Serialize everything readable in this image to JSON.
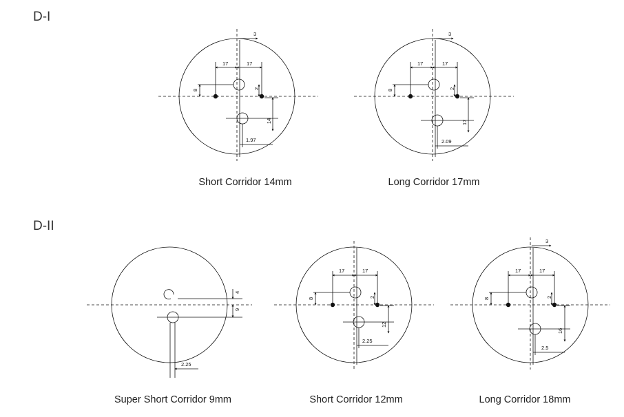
{
  "sections": [
    {
      "label": "D-I"
    },
    {
      "label": "D-II"
    }
  ],
  "diagrams": [
    {
      "caption": "Short Corridor 14mm",
      "dims": {
        "top": "3",
        "left": "17",
        "right": "17",
        "v1": "8",
        "v2": "2",
        "vlow": "14",
        "bottom": "1.97"
      }
    },
    {
      "caption": "Long Corridor 17mm",
      "dims": {
        "top": "3",
        "left": "17",
        "right": "17",
        "v1": "8",
        "v2": "2",
        "vlow": "17",
        "bottom": "2.09"
      }
    },
    {
      "caption": "Super Short Corridor 9mm",
      "dims": {
        "upper": "4",
        "lower": "9",
        "bottom": "2.25"
      }
    },
    {
      "caption": "Short Corridor 12mm",
      "dims": {
        "left": "17",
        "right": "17",
        "v1": "8",
        "v2": "2",
        "vlow": "12",
        "bottom": "2.25"
      }
    },
    {
      "caption": "Long Corridor 18mm",
      "dims": {
        "top": "3",
        "left": "17",
        "right": "17",
        "v1": "8",
        "v2": "2",
        "vlow": "16",
        "bottom": "2.5"
      }
    }
  ]
}
